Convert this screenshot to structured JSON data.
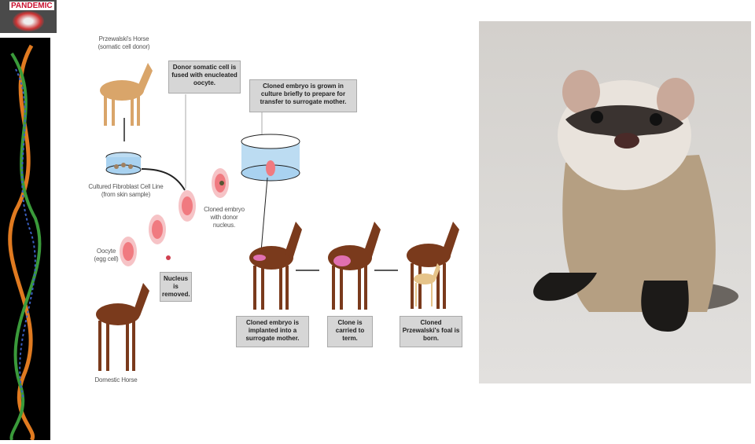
{
  "thumbnail": {
    "title": "PANDEMIC"
  },
  "diagram": {
    "donor_horse": "Przewalski's Horse",
    "donor_horse_sub": "(somatic cell donor)",
    "fused_box": "Donor somatic cell is fused with enucleated oocyte.",
    "culture_box": "Cloned embryo is grown in culture briefly to prepare for transfer to surrogate mother.",
    "fibroblast": "Cultured Fibroblast Cell Line",
    "fibroblast_sub": "(from skin sample)",
    "cloned_embryo": "Cloned embryo",
    "cloned_embryo_sub": "with donor nucleus.",
    "oocyte": "Oocyte",
    "oocyte_sub": "(egg cell)",
    "nucleus_box": "Nucleus is removed.",
    "domestic_horse": "Domestic Horse",
    "implant_box": "Cloned embryo is implanted into a surrogate mother.",
    "term_box": "Clone is carried to term.",
    "foal_box": "Cloned Przewalski's foal is born."
  },
  "colors": {
    "dna_bg": "#000000",
    "horse_brown": "#7a3a1c",
    "przewalski_tan": "#d9a56a",
    "embryo_pink": "#f07a80"
  }
}
